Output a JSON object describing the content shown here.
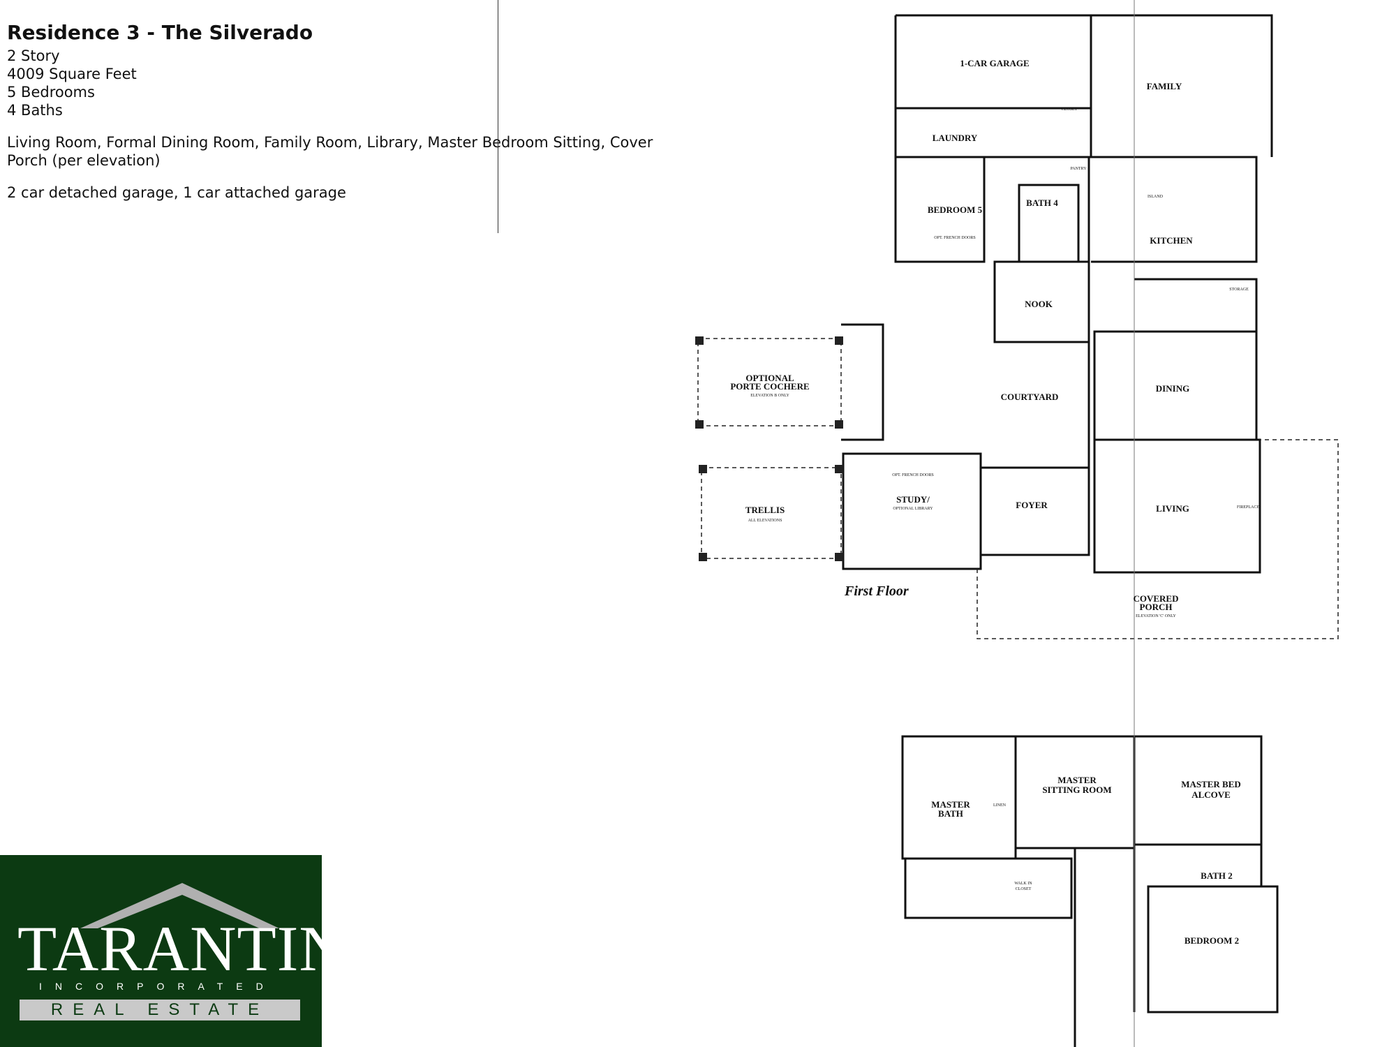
{
  "header": {
    "title": "Residence 3 - The Silverado",
    "stories": "2 Story",
    "square_feet": "4009 Square Feet",
    "bedrooms": "5 Bedrooms",
    "baths": "4 Baths",
    "features_line1": "Living Room, Formal Dining Room, Family Room, Library, Master Bedroom Sitting, Cover",
    "features_line2": "Porch (per elevation)",
    "garage": "2 car detached garage, 1 car attached garage"
  },
  "plan": {
    "first_floor_label": "First Floor",
    "rooms": {
      "garage": "1-CAR GARAGE",
      "family": "FAMILY",
      "laundry": "LAUNDRY",
      "bedroom5": "BEDROOM 5",
      "bath4": "BATH 4",
      "kitchen": "KITCHEN",
      "nook": "NOOK",
      "courtyard": "COURTYARD",
      "dining": "DINING",
      "porte_cochere_1": "OPTIONAL",
      "porte_cochere_2": "PORTE COCHERE",
      "porte_note": "ELEVATION B ONLY",
      "trellis": "TRELLIS",
      "trellis_note": "ALL ELEVATIONS",
      "study": "STUDY/",
      "study_note": "OPTIONAL LIBRARY",
      "foyer": "FOYER",
      "living": "LIVING",
      "porch_1": "COVERED",
      "porch_2": "PORCH",
      "porch_note": "ELEVATION 'C' ONLY",
      "fireplace": "FIREPLACE",
      "storage": "STORAGE",
      "island": "ISLAND",
      "pantry": "PANTRY",
      "closet": "CLOSET",
      "opt_french_doors": "OPT. FRENCH DOORS"
    },
    "upper_rooms": {
      "master_bath_1": "MASTER",
      "master_bath_2": "BATH",
      "sitting_1": "MASTER",
      "sitting_2": "SITTING ROOM",
      "alcove_1": "MASTER BED",
      "alcove_2": "ALCOVE",
      "walkin_1": "WALK IN",
      "walkin_2": "CLOSET",
      "linen": "LINEN",
      "bath2": "BATH 2",
      "bedroom2": "BEDROOM 2"
    }
  },
  "logo": {
    "name": "TARANTINO",
    "incorporated": "INCORPORATED",
    "real_estate": "REAL ESTATE"
  }
}
